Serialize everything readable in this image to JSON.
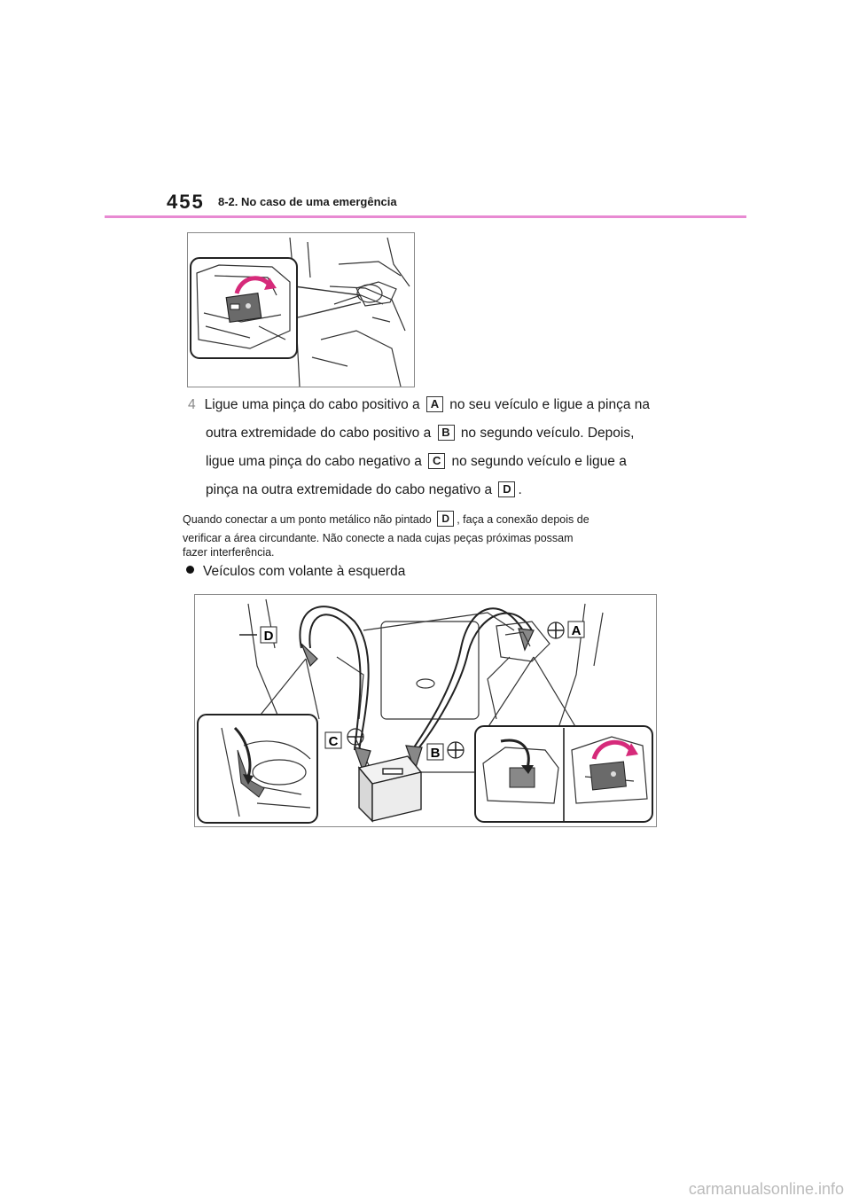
{
  "header": {
    "page_number": "455",
    "section_title": "8-2. No caso de uma emergência",
    "rule_color": "#e88ad2"
  },
  "step4": {
    "number": "4",
    "line1_a": "Ligue uma pinça do cabo positivo a",
    "label_a": "A",
    "line1_b": "no seu veículo e ligue a pinça na",
    "line2_a": "outra extremidade do cabo positivo a",
    "label_b": "B",
    "line2_b": "no segundo veículo. Depois,",
    "line3_a": "ligue uma pinça do cabo negativo a",
    "label_c": "C",
    "line3_b": "no segundo veículo e ligue a",
    "line4_a": "pinça na outra extremidade do cabo negativo a",
    "label_d": "D",
    "line4_b": "."
  },
  "note": {
    "line1_a": "Quando conectar a um ponto metálico não pintado",
    "label_d": "D",
    "line1_b": ", faça a conexão depois de",
    "line2": "verificar a área circundante. Não conecte a nada cujas peças próximas possam",
    "line3": "fazer interferência."
  },
  "bullet": {
    "text": "Veículos com volante à esquerda"
  },
  "figure2": {
    "callouts": {
      "d": "D",
      "c": "C",
      "b": "B",
      "a": "A"
    }
  },
  "watermark": "carmanualsonline.info"
}
